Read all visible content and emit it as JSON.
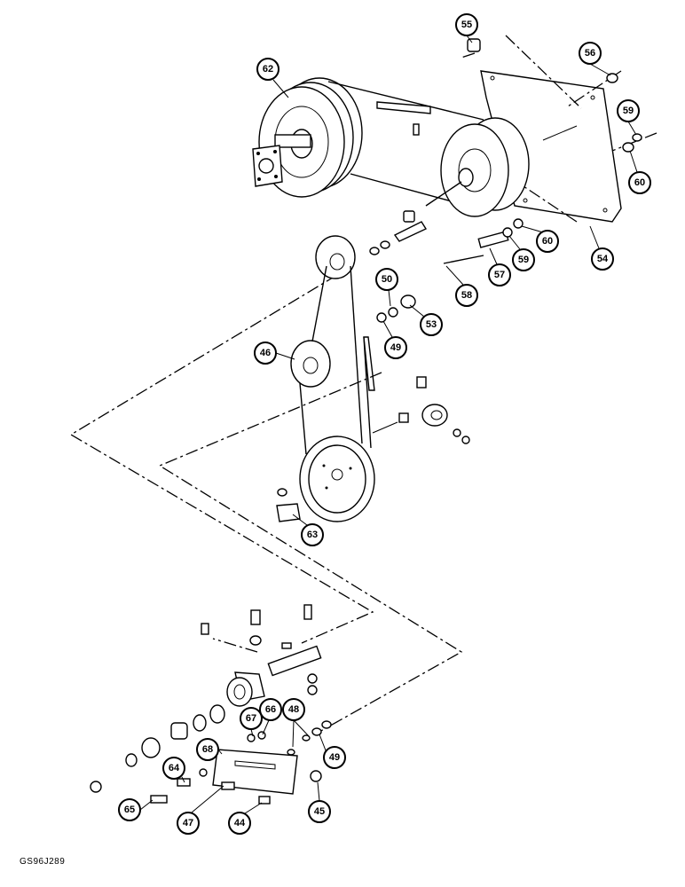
{
  "figure": {
    "reference_code": "GS96J289",
    "callouts": [
      {
        "id": "c55",
        "label": "55"
      },
      {
        "id": "c56",
        "label": "56"
      },
      {
        "id": "c62",
        "label": "62"
      },
      {
        "id": "c59a",
        "label": "59"
      },
      {
        "id": "c60a",
        "label": "60"
      },
      {
        "id": "c60b",
        "label": "60"
      },
      {
        "id": "c54",
        "label": "54"
      },
      {
        "id": "c59b",
        "label": "59"
      },
      {
        "id": "c57",
        "label": "57"
      },
      {
        "id": "c58",
        "label": "58"
      },
      {
        "id": "c50",
        "label": "50"
      },
      {
        "id": "c53",
        "label": "53"
      },
      {
        "id": "c49a",
        "label": "49"
      },
      {
        "id": "c46",
        "label": "46"
      },
      {
        "id": "c63",
        "label": "63"
      },
      {
        "id": "c67",
        "label": "67"
      },
      {
        "id": "c66",
        "label": "66"
      },
      {
        "id": "c48",
        "label": "48"
      },
      {
        "id": "c68",
        "label": "68"
      },
      {
        "id": "c49b",
        "label": "49"
      },
      {
        "id": "c64",
        "label": "64"
      },
      {
        "id": "c65",
        "label": "65"
      },
      {
        "id": "c47",
        "label": "47"
      },
      {
        "id": "c44",
        "label": "44"
      },
      {
        "id": "c45",
        "label": "45"
      }
    ]
  }
}
